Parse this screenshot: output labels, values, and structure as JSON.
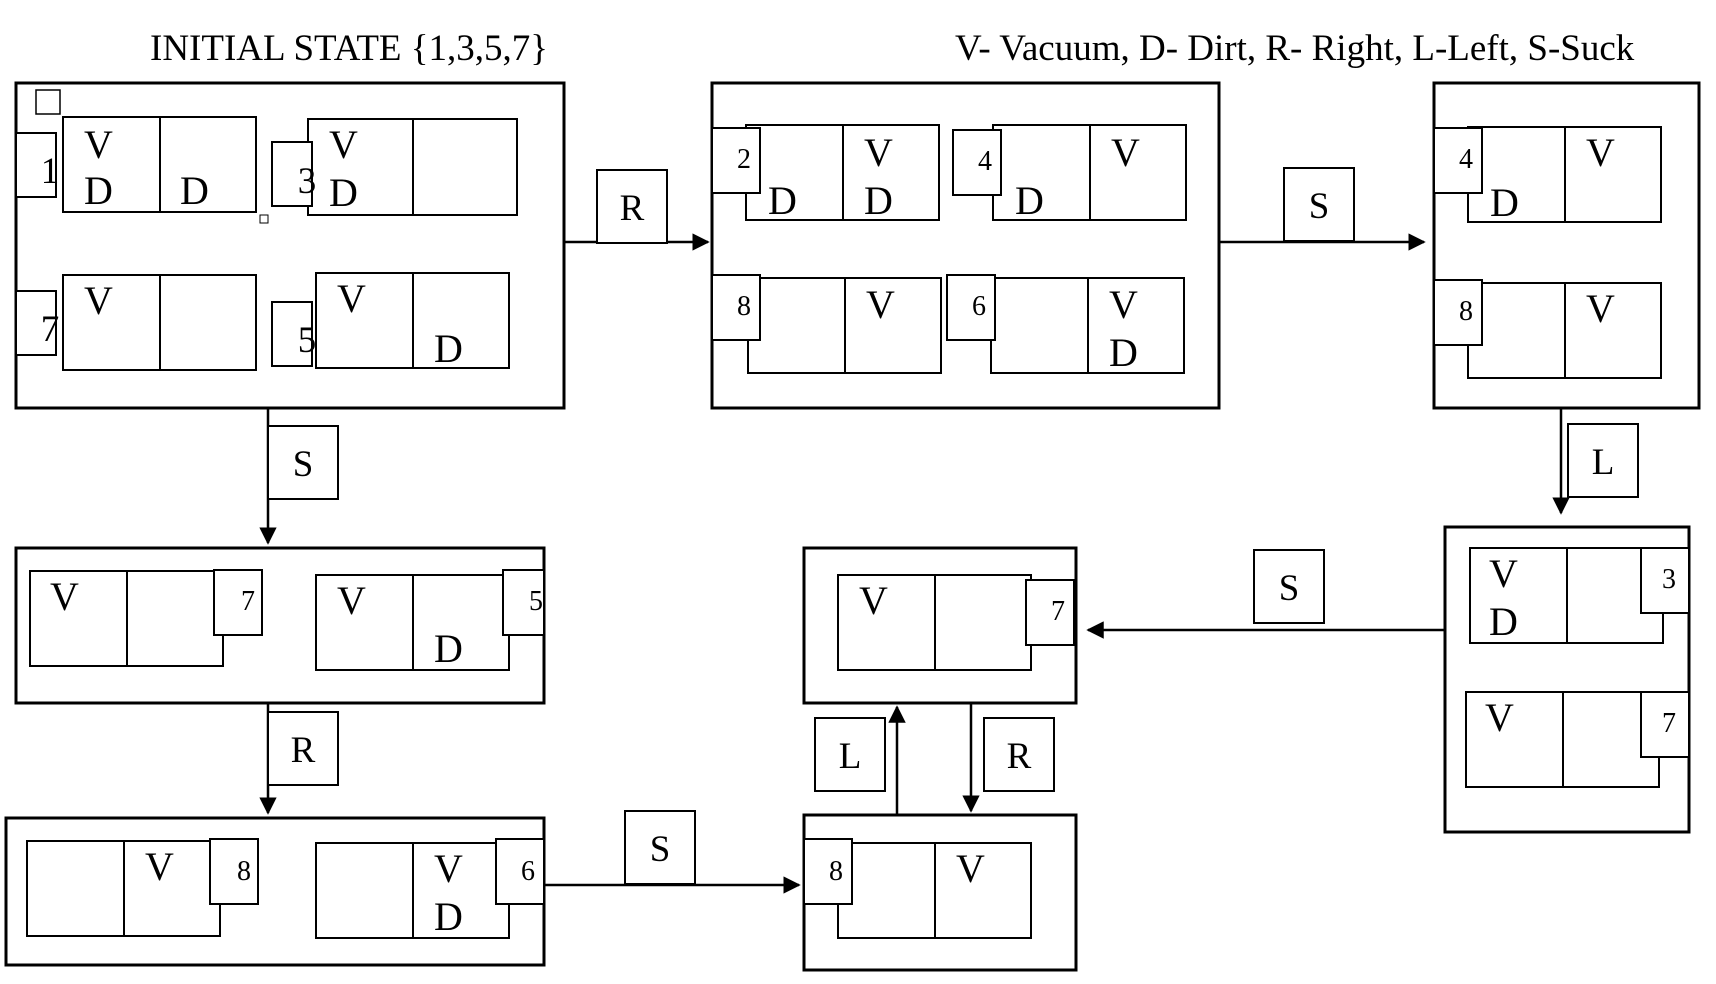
{
  "title": "INITIAL STATE {1,3,5,7}",
  "legend": "V- Vacuum, D- Dirt, R- Right, L-Left, S-Suck",
  "actions": {
    "a1": "R",
    "a2": "S",
    "a3": "L",
    "a4": "S",
    "a5": "S",
    "a6": "R",
    "a7": "S",
    "a8": "L",
    "a9": "R"
  },
  "states": {
    "s1": "1",
    "s3": "3",
    "s5": "5",
    "s7": "7",
    "s2": "2",
    "s4": "4",
    "s8": "8",
    "s6": "6"
  },
  "cell": {
    "vacuum": "V",
    "dirt": "D"
  }
}
